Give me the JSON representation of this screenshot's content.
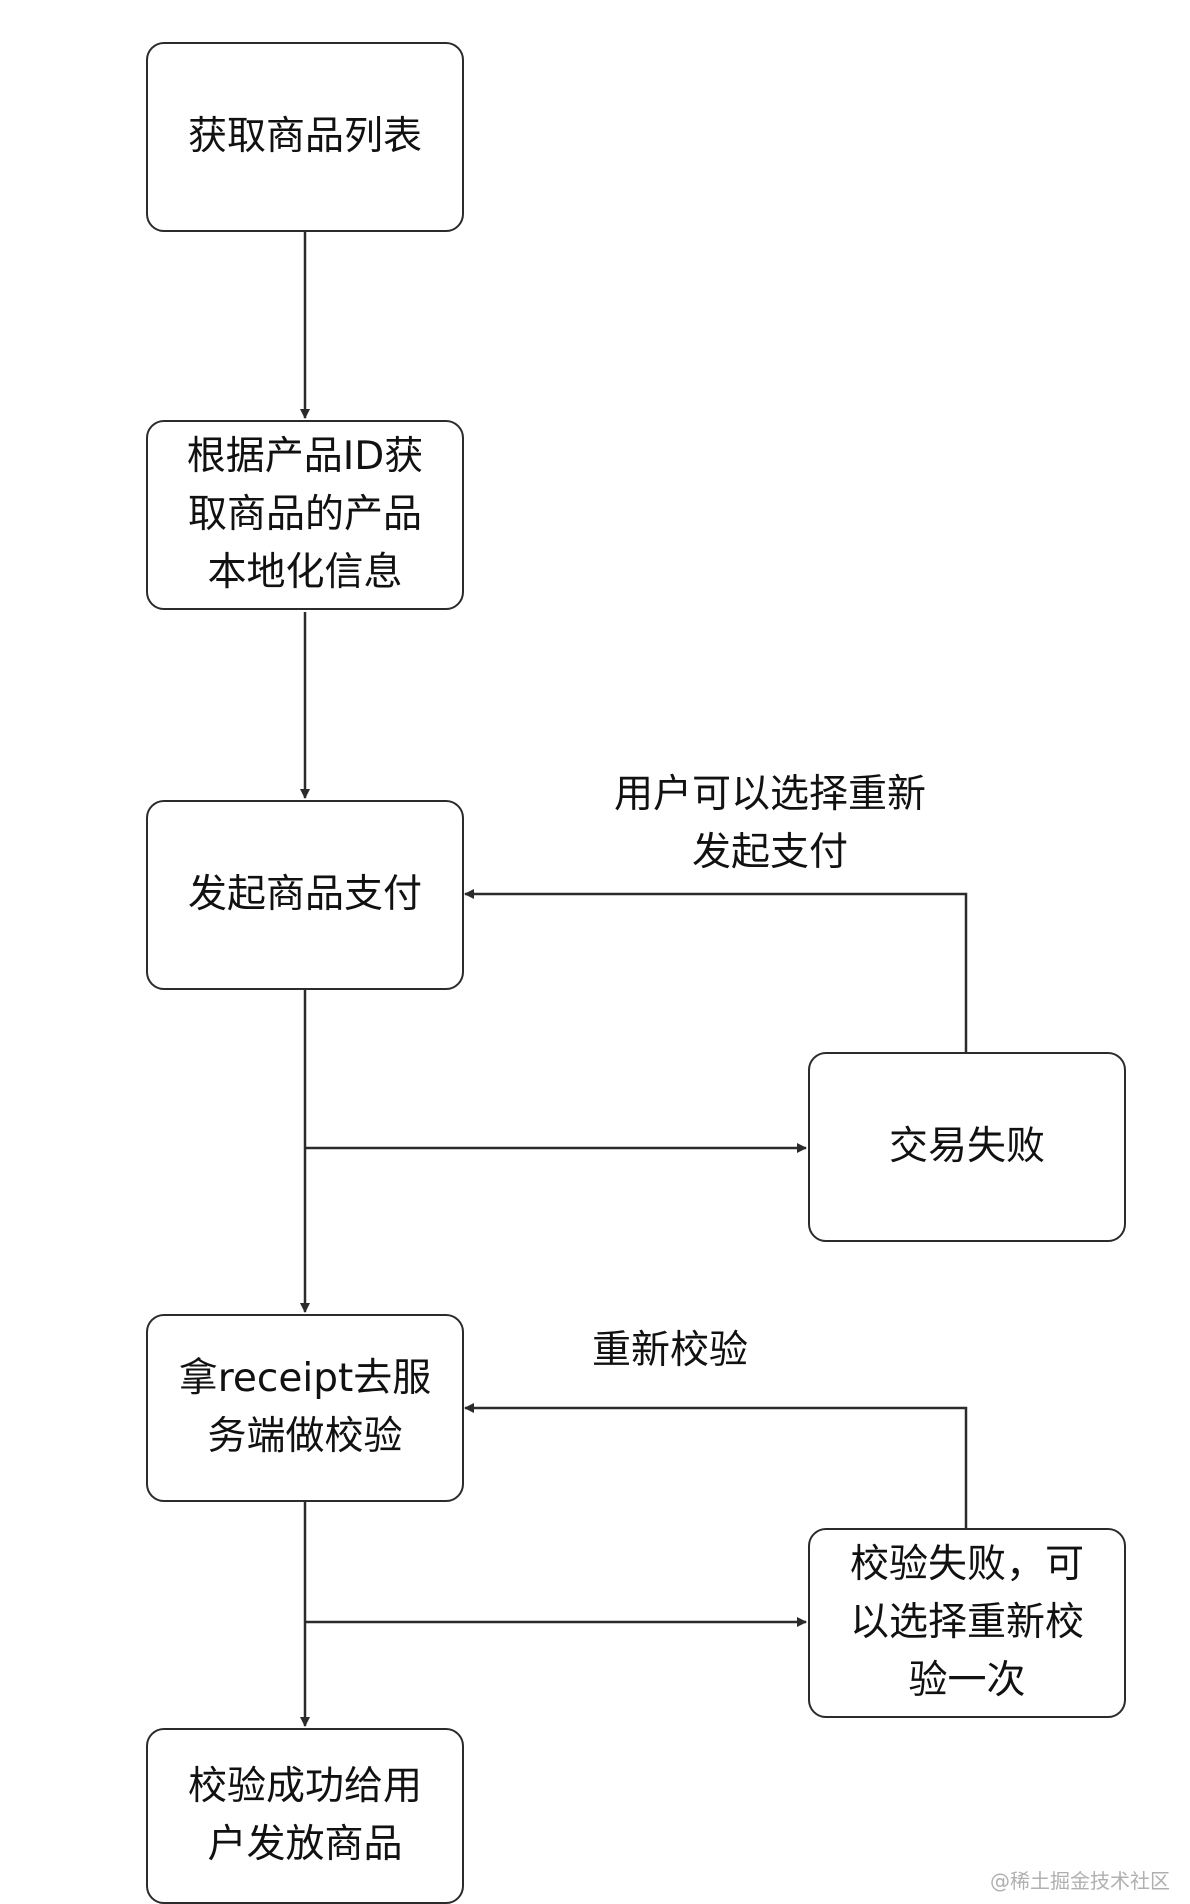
{
  "nodes": {
    "get_list": "获取商品列表",
    "get_localized": "根据产品ID获\n取商品的产品\n本地化信息",
    "start_payment": "发起商品支付",
    "tx_failed": "交易失败",
    "verify_receipt": "拿receipt去服\n务端做校验",
    "verify_failed": "校验失败，可\n以选择重新校\n验一次",
    "deliver": "校验成功给用\n户发放商品"
  },
  "edges": {
    "retry_payment_label": "用户可以选择重新\n发起支付",
    "retry_verify_label": "重新校验"
  },
  "watermark": "@稀土掘金技术社区",
  "colors": {
    "stroke": "#2b2b2b",
    "text": "#111111",
    "watermark": "#b0b0b0"
  }
}
